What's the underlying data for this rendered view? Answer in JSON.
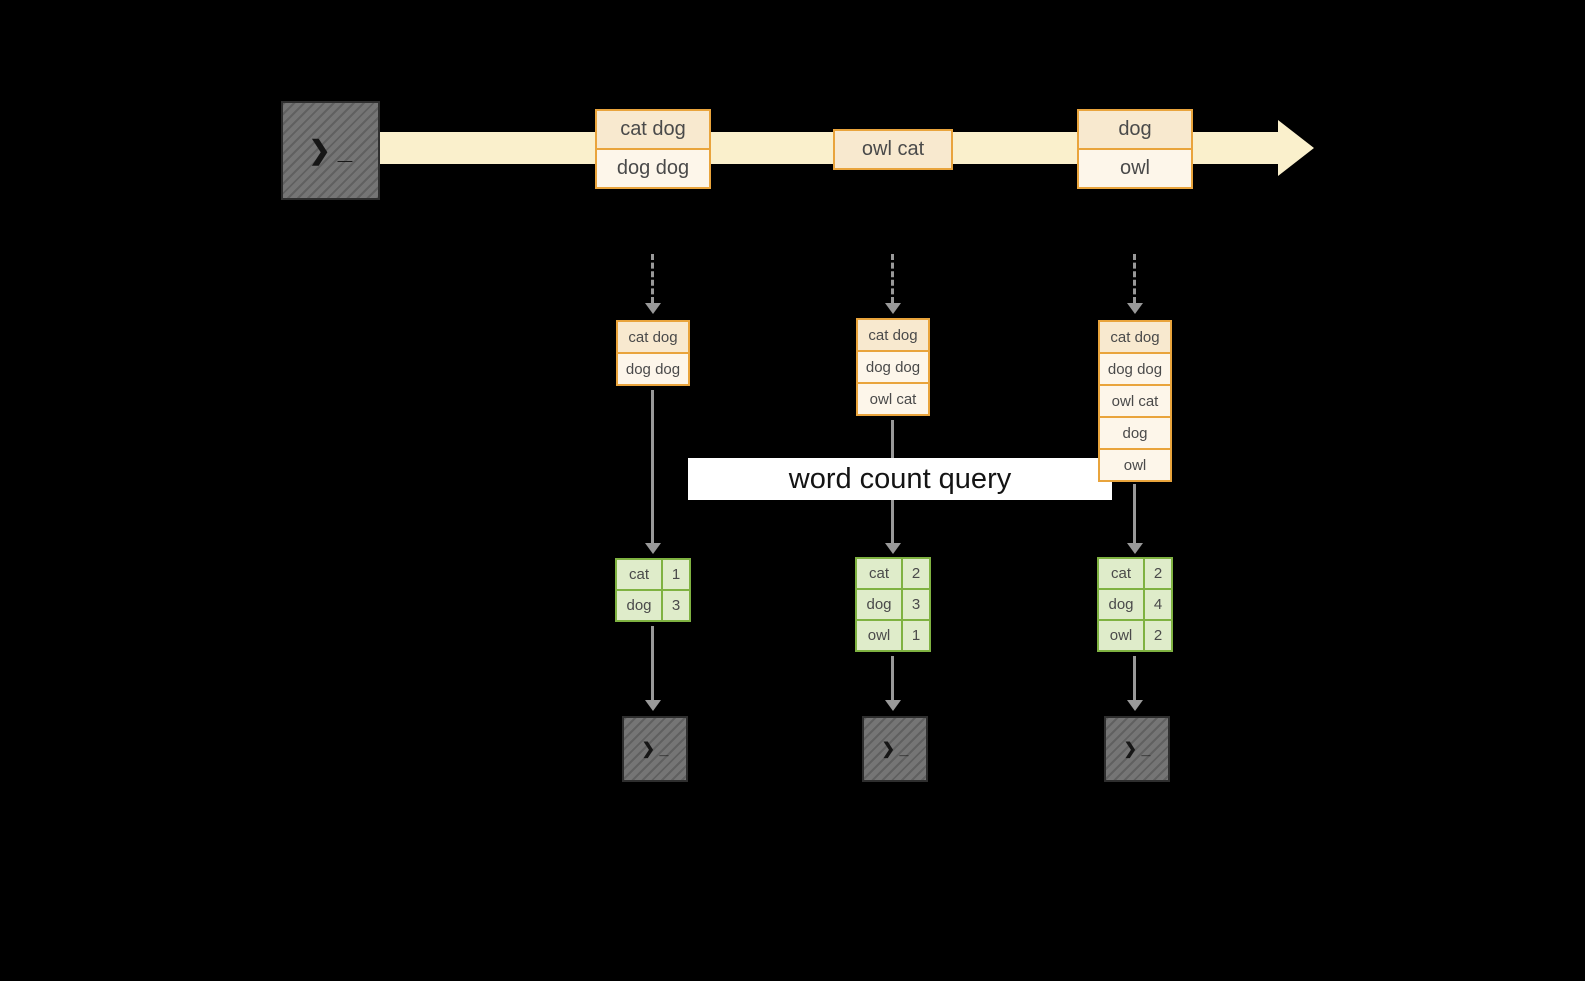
{
  "diagram": {
    "query_label": "word count query",
    "terminal_glyph": "❯ _",
    "stream": {
      "records": [
        {
          "cells": [
            "cat dog",
            "dog dog"
          ]
        },
        {
          "cells": [
            "owl cat"
          ]
        },
        {
          "cells": [
            "dog",
            "owl"
          ]
        }
      ]
    },
    "pipelines": [
      {
        "window_cells": [
          "cat dog",
          "dog dog"
        ],
        "counts": [
          {
            "word": "cat",
            "value": "1"
          },
          {
            "word": "dog",
            "value": "3"
          }
        ]
      },
      {
        "window_cells": [
          "cat dog",
          "dog dog",
          "owl cat"
        ],
        "counts": [
          {
            "word": "cat",
            "value": "2"
          },
          {
            "word": "dog",
            "value": "3"
          },
          {
            "word": "owl",
            "value": "1"
          }
        ]
      },
      {
        "window_cells": [
          "cat dog",
          "dog dog",
          "owl cat",
          "dog",
          "owl"
        ],
        "counts": [
          {
            "word": "cat",
            "value": "2"
          },
          {
            "word": "dog",
            "value": "4"
          },
          {
            "word": "owl",
            "value": "2"
          }
        ]
      }
    ]
  },
  "colors": {
    "background": "#000000",
    "stream_band": "#FAF0CC",
    "record_border": "#E9A43C",
    "record_fill_dark": "#F8E9CF",
    "record_fill_light": "#FDF6EA",
    "table_border": "#7FB241",
    "table_cell": "#DFECCA",
    "arrow": "#999999",
    "label_background": "#FFFFFF",
    "label_text": "#141414",
    "terminal_fill": "#757575"
  }
}
